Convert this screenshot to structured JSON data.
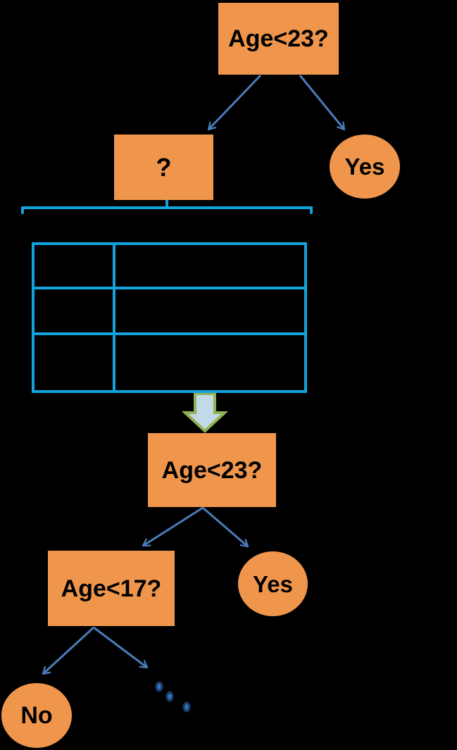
{
  "diagram": {
    "kind": "decision-tree-learning-illustration",
    "background": "#000000",
    "colors": {
      "node_fill": "#F0964C",
      "node_text": "#000000",
      "connector_blue": "#4A7CB8",
      "brace_blue": "#12A3DC",
      "table_border_blue": "#12A3DC",
      "down_arrow_stroke": "#93B155",
      "down_arrow_fill": "#C2DAE8",
      "dot_outer_blue": "#1F3A68",
      "dot_inner_blue": "#2F7BC3"
    },
    "nodes": {
      "root_top": {
        "label": "Age<23?",
        "type": "decision-box"
      },
      "unknown": {
        "label": "?",
        "type": "decision-box"
      },
      "yes_top": {
        "label": "Yes",
        "type": "leaf-circle"
      },
      "root_bottom": {
        "label": "Age<23?",
        "type": "decision-box"
      },
      "yes_bottom": {
        "label": "Yes",
        "type": "leaf-circle"
      },
      "age17": {
        "label": "Age<17?",
        "type": "decision-box"
      },
      "no": {
        "label": "No",
        "type": "leaf-circle"
      }
    },
    "edges": [
      {
        "from": "root_top",
        "to": "unknown"
      },
      {
        "from": "root_top",
        "to": "yes_top"
      },
      {
        "from": "unknown",
        "to": "table",
        "via": "brace-bracket"
      },
      {
        "from": "table",
        "to": "root_bottom",
        "via": "down-arrow"
      },
      {
        "from": "root_bottom",
        "to": "age17"
      },
      {
        "from": "root_bottom",
        "to": "yes_bottom"
      },
      {
        "from": "age17",
        "to": "no"
      },
      {
        "from": "age17",
        "to": "ellipsis-dots"
      }
    ],
    "table": {
      "rows": 3,
      "cols": 2,
      "cells": [
        [
          "",
          ""
        ],
        [
          "",
          ""
        ],
        [
          "",
          ""
        ]
      ]
    },
    "ellipsis_dot_count": 3
  }
}
